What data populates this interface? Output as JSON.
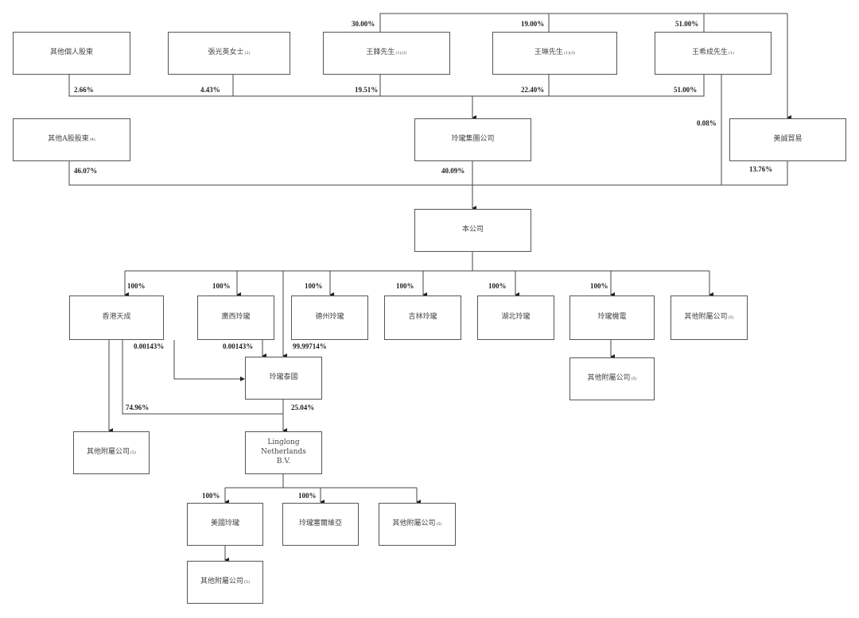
{
  "entities": {
    "other_individual": {
      "name": "其他個人股東"
    },
    "zhang": {
      "name": "張光英女士",
      "note": "(2)"
    },
    "wang_feng": {
      "name": "王鋒先生",
      "note": "(1)(2)"
    },
    "wang_lin": {
      "name": "王琳先生",
      "note": "(1)(3)"
    },
    "wang_xicheng": {
      "name": "王希成先生",
      "note": "(1)"
    },
    "other_a": {
      "name": "其他A股股東",
      "note": "(4)"
    },
    "group": {
      "name": "玲瓏集團公司"
    },
    "meicheng": {
      "name": "美誠貿易"
    },
    "company": {
      "name": "本公司"
    },
    "hk_tiancheng": {
      "name": "香港天成"
    },
    "guangxi": {
      "name": "廣西玲瓏"
    },
    "dezhou": {
      "name": "德州玲瓏"
    },
    "jilin": {
      "name": "吉林玲瓏"
    },
    "hubei": {
      "name": "湖北玲瓏"
    },
    "jidian": {
      "name": "玲瓏機電"
    },
    "other_sub_1": {
      "name": "其他附屬公司",
      "note": "(5)"
    },
    "jidian_sub": {
      "name": "其他附屬公司",
      "note": "(5)"
    },
    "thailand": {
      "name": "玲瓏泰國"
    },
    "hk_sub": {
      "name": "其他附屬公司",
      "note": "(5)"
    },
    "netherlands": {
      "name": "Linglong Netherlands B.V."
    },
    "usa": {
      "name": "美國玲瓏"
    },
    "serbia": {
      "name": "玲瓏塞爾維亞"
    },
    "nl_sub": {
      "name": "其他附屬公司",
      "note": "(5)"
    },
    "usa_sub": {
      "name": "其他附屬公司",
      "note": "(5)"
    }
  },
  "percentages": {
    "feng_meicheng": "30.00%",
    "lin_meicheng": "19.00%",
    "xicheng_meicheng": "51.00%",
    "other_individual_group": "2.66%",
    "zhang_group": "4.43%",
    "feng_group": "19.51%",
    "lin_group": "22.40%",
    "xicheng_group": "51.00%",
    "xicheng_company": "0.08%",
    "other_a_company": "46.07%",
    "group_company": "40.09%",
    "meicheng_company": "13.76%",
    "company_hk": "100%",
    "company_guangxi": "100%",
    "company_dezhou": "100%",
    "company_jilin": "100%",
    "company_hubei": "100%",
    "company_jidian": "100%",
    "hk_thailand": "0.00143%",
    "guangxi_thailand": "0.00143%",
    "company_thailand": "99.99714%",
    "hk_netherlands": "74.96%",
    "thailand_netherlands": "25.04%",
    "nl_usa": "100%",
    "nl_serbia": "100%"
  }
}
